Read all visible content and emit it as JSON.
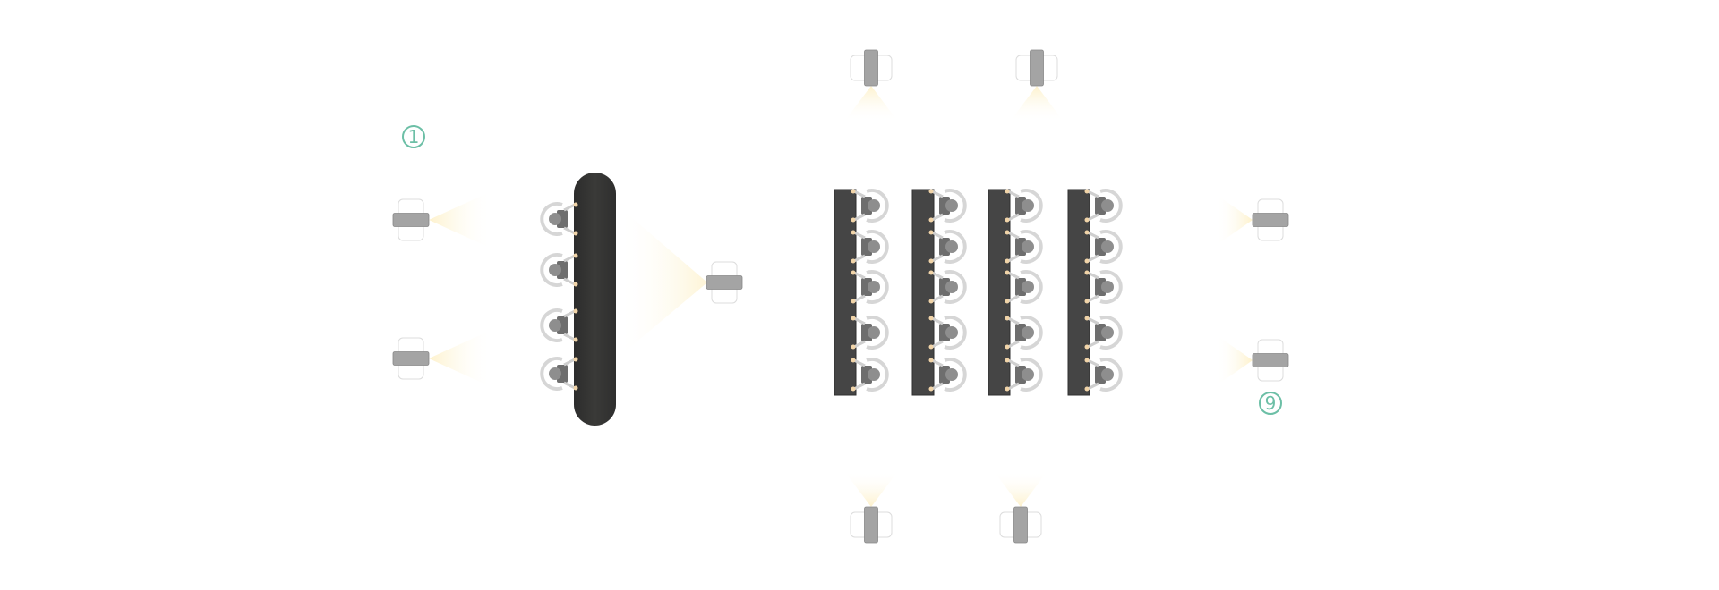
{
  "labels": {
    "first": "1",
    "second": "9"
  },
  "colors": {
    "table": "#333333",
    "row_table": "#454545",
    "label": "#6cbfa6",
    "projector": "#a8a8a8",
    "light": "#fdf1c8",
    "hand": "#f1d4a8"
  },
  "layout_sections": [
    {
      "name": "boardroom",
      "seats": 4,
      "projectors": 3
    },
    {
      "name": "classroom",
      "tables": 4,
      "seats_per_table": 5,
      "projectors": 6
    }
  ]
}
